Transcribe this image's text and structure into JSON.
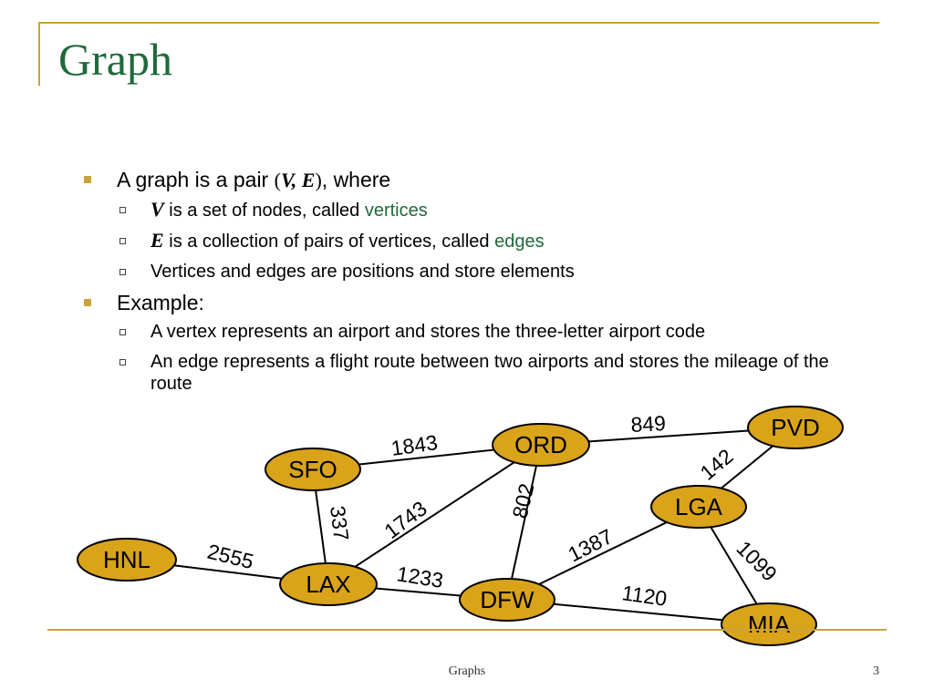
{
  "slide": {
    "title": "Graph",
    "footer": "Graphs",
    "page_number": "3"
  },
  "bullets": {
    "b1": {
      "pre": "A graph is a pair ",
      "paren_open": "(",
      "v": "V",
      "comma": ", ",
      "e": "E",
      "paren_close": ")",
      "post": ", where"
    },
    "b1_sub": [
      {
        "var": "V",
        "text": " is a set of nodes, called ",
        "highlight": "vertices"
      },
      {
        "var": "E",
        "text": " is a collection of pairs of vertices, called ",
        "highlight": "edges"
      },
      {
        "text": "Vertices and edges are positions and store elements"
      }
    ],
    "b2": "Example:",
    "b2_sub": [
      "A vertex represents an airport and stores the three-letter airport code",
      "An edge represents a flight route between two airports and stores the mileage of the route"
    ]
  },
  "graph": {
    "colors": {
      "node_fill": "#d9a31a",
      "title": "#1f6a3a",
      "accent": "#c8a43a"
    },
    "nodes": [
      "SFO",
      "ORD",
      "PVD",
      "LGA",
      "HNL",
      "LAX",
      "DFW",
      "MIA"
    ],
    "edges": [
      {
        "from": "SFO",
        "to": "ORD",
        "weight": "1843"
      },
      {
        "from": "ORD",
        "to": "PVD",
        "weight": "849"
      },
      {
        "from": "PVD",
        "to": "LGA",
        "weight": "142"
      },
      {
        "from": "SFO",
        "to": "LAX",
        "weight": "337"
      },
      {
        "from": "LAX",
        "to": "ORD",
        "weight": "1743"
      },
      {
        "from": "ORD",
        "to": "DFW",
        "weight": "802"
      },
      {
        "from": "DFW",
        "to": "LGA",
        "weight": "1387"
      },
      {
        "from": "LGA",
        "to": "MIA",
        "weight": "1099"
      },
      {
        "from": "HNL",
        "to": "LAX",
        "weight": "2555"
      },
      {
        "from": "LAX",
        "to": "DFW",
        "weight": "1233"
      },
      {
        "from": "DFW",
        "to": "MIA",
        "weight": "1120"
      }
    ]
  }
}
